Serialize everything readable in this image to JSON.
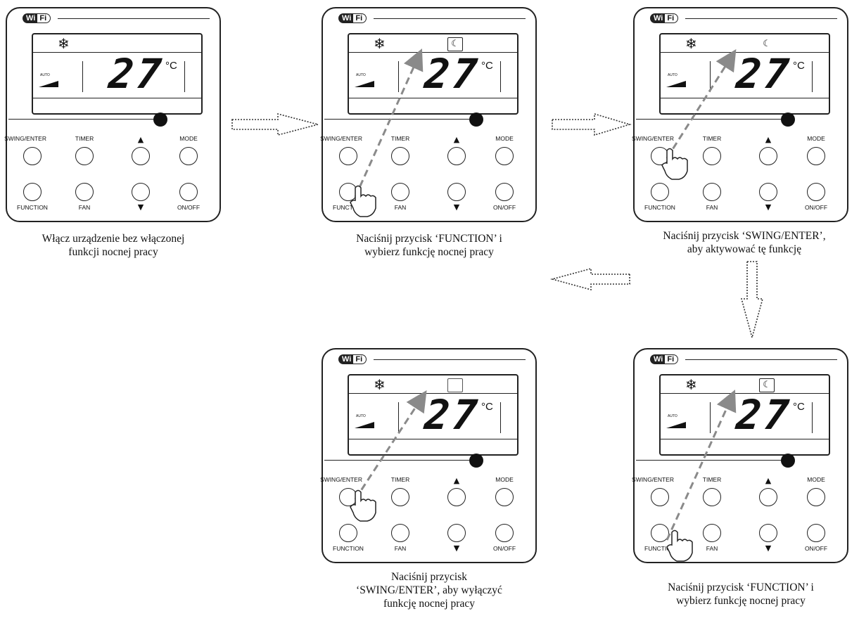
{
  "remote": {
    "wifi_wi": "Wi",
    "wifi_fi": "Fi",
    "mode_icon": "snowflake-icon",
    "auto_label": "AUTO",
    "temperature": "27",
    "unit": "°C",
    "night_symbol": "☾",
    "up_arrow": "▲",
    "down_arrow": "▼",
    "buttons": {
      "swing_enter": "SWING/ENTER",
      "timer": "TIMER",
      "mode": "MODE",
      "function": "FUNCTION",
      "fan": "FAN",
      "on_off": "ON/OFF"
    }
  },
  "steps": [
    {
      "caption_line1": "Włącz urządzenie bez włączonej",
      "caption_line2": "funkcji nocnej pracy"
    },
    {
      "caption_line1": "Naciśnij przycisk ‘FUNCTION’ i",
      "caption_line2": "wybierz funkcję nocnej pracy"
    },
    {
      "caption_line1": "Naciśnij przycisk ‘SWING/ENTER’,",
      "caption_line2": "aby aktywować tę funkcję"
    },
    {
      "caption_line1": "Naciśnij przycisk ‘FUNCTION’ i",
      "caption_line2": "wybierz funkcję nocnej pracy"
    },
    {
      "caption_line1": "Naciśnij przycisk",
      "caption_line2": "‘SWING/ENTER’, aby wyłączyć",
      "caption_line3": "funkcję nocnej pracy"
    }
  ],
  "colors": {
    "line": "#222222",
    "pointer_arrow": "#8a8a8a",
    "flow_arrow": "#333333"
  }
}
